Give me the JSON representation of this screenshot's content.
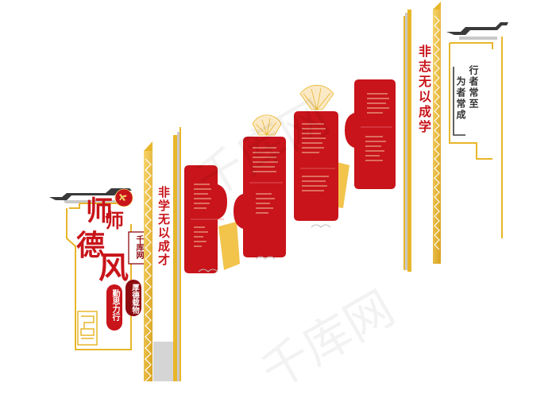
{
  "title": {
    "line1": "师",
    "line2": "德",
    "line3": "风",
    "line1b": "师"
  },
  "stamp": "千库网",
  "pills": {
    "left": "勤思力行",
    "right": "厚德载物"
  },
  "banners": {
    "pillar_left": "非学无以成才",
    "pillar_right": "非志无以成学",
    "right_sign": [
      "行者常至",
      "为者常成"
    ]
  },
  "watermark": "千库网",
  "colors": {
    "red": "#c8141a",
    "gold": "#e8b62a",
    "grey": "#c8c8c8",
    "darkred": "#8e0b10"
  }
}
